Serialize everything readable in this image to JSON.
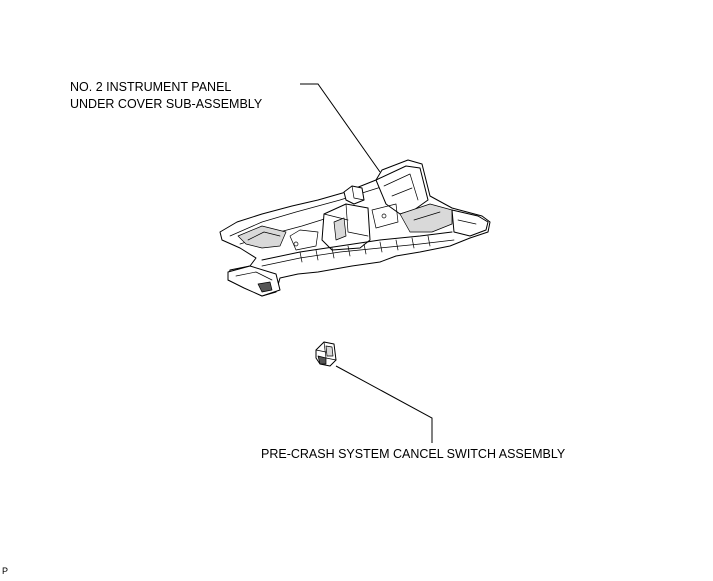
{
  "callouts": {
    "panel": {
      "line1": "NO. 2 INSTRUMENT PANEL",
      "line2": "UNDER COVER SUB-ASSEMBLY"
    },
    "switch": {
      "line1": "PRE-CRASH SYSTEM CANCEL SWITCH ASSEMBLY"
    }
  },
  "page_id": "P"
}
